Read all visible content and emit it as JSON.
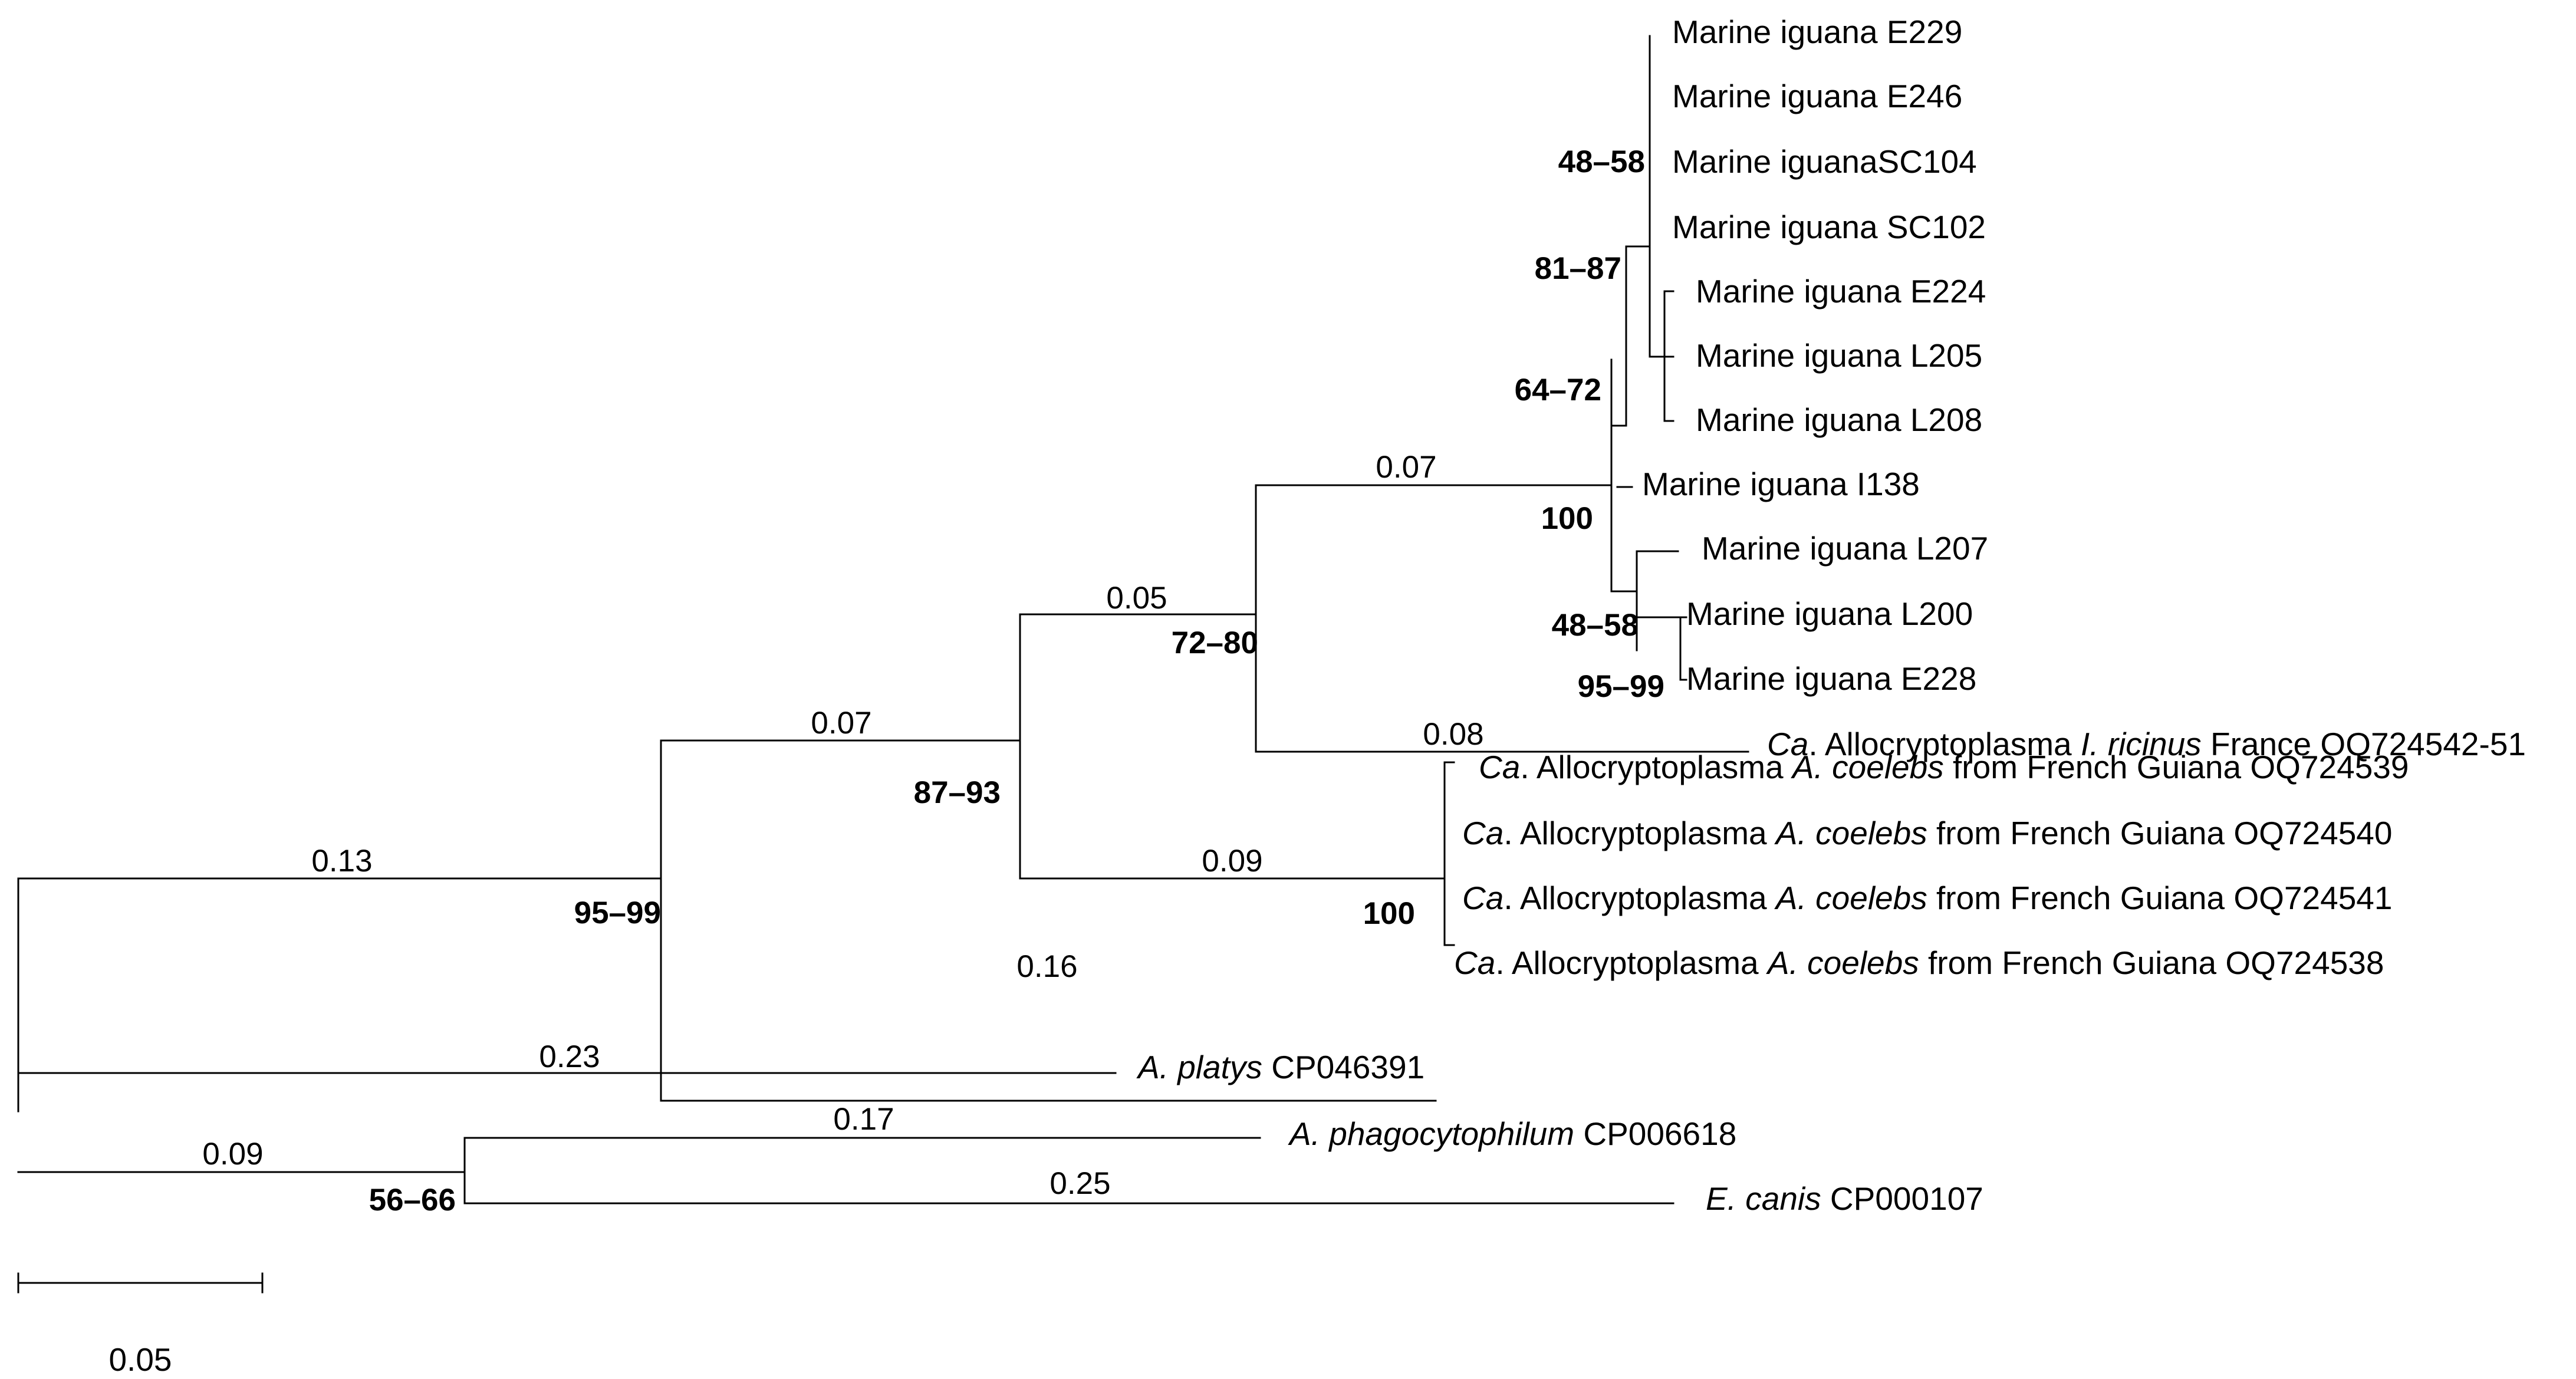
{
  "tree": {
    "tip_labels": [
      {
        "id": "e229",
        "parts": [
          {
            "t": "Marine iguana E229"
          }
        ]
      },
      {
        "id": "e246",
        "parts": [
          {
            "t": "Marine iguana E246"
          }
        ]
      },
      {
        "id": "sc104",
        "parts": [
          {
            "t": "Marine iguanaSC104"
          }
        ]
      },
      {
        "id": "sc102",
        "parts": [
          {
            "t": "Marine iguana SC102"
          }
        ]
      },
      {
        "id": "e224",
        "parts": [
          {
            "t": "Marine iguana E224"
          }
        ]
      },
      {
        "id": "l205",
        "parts": [
          {
            "t": "Marine iguana L205"
          }
        ]
      },
      {
        "id": "l208",
        "parts": [
          {
            "t": "Marine iguana L208"
          }
        ]
      },
      {
        "id": "i138",
        "parts": [
          {
            "t": "Marine iguana I138"
          }
        ]
      },
      {
        "id": "l207",
        "parts": [
          {
            "t": "Marine iguana L207"
          }
        ]
      },
      {
        "id": "l200",
        "parts": [
          {
            "t": "Marine iguana L200"
          }
        ]
      },
      {
        "id": "e228",
        "parts": [
          {
            "t": "Marine iguana E228"
          }
        ]
      },
      {
        "id": "ricinus",
        "parts": [
          {
            "t": "Ca",
            "i": true
          },
          {
            "t": ". Allocryptoplasma "
          },
          {
            "t": "I. ricinus",
            "i": true
          },
          {
            "t": " France OQ724542-51"
          }
        ]
      },
      {
        "id": "oq724539",
        "parts": [
          {
            "t": "Ca",
            "i": true
          },
          {
            "t": ". Allocryptoplasma "
          },
          {
            "t": "A. coelebs",
            "i": true
          },
          {
            "t": " from French Guiana OQ724539"
          }
        ]
      },
      {
        "id": "oq724540",
        "parts": [
          {
            "t": "Ca",
            "i": true
          },
          {
            "t": ". Allocryptoplasma "
          },
          {
            "t": "A. coelebs",
            "i": true
          },
          {
            "t": " from French Guiana OQ724540"
          }
        ]
      },
      {
        "id": "oq724541",
        "parts": [
          {
            "t": "Ca",
            "i": true
          },
          {
            "t": ". Allocryptoplasma "
          },
          {
            "t": "A. coelebs",
            "i": true
          },
          {
            "t": " from French Guiana OQ724541"
          }
        ]
      },
      {
        "id": "oq724538",
        "parts": [
          {
            "t": "Ca",
            "i": true
          },
          {
            "t": ". Allocryptoplasma "
          },
          {
            "t": "A. coelebs",
            "i": true
          },
          {
            "t": " from French Guiana OQ724538"
          }
        ]
      },
      {
        "id": "platys",
        "parts": [
          {
            "t": "A. platys",
            "i": true
          },
          {
            "t": " CP046391"
          }
        ]
      },
      {
        "id": "phago",
        "parts": [
          {
            "t": "A. phagocytophilum",
            "i": true
          },
          {
            "t": " CP006618"
          }
        ]
      },
      {
        "id": "canis",
        "parts": [
          {
            "t": "E. canis",
            "i": true
          },
          {
            "t": " CP000107"
          }
        ]
      }
    ],
    "branch_lengths": [
      {
        "id": "root-ca",
        "text": "0.13"
      },
      {
        "id": "ca-upper",
        "text": "0.07"
      },
      {
        "id": "ca-inner",
        "text": "0.05"
      },
      {
        "id": "iguana-clade",
        "text": "0.07"
      },
      {
        "id": "ricinus",
        "text": "0.08"
      },
      {
        "id": "coelebs-clade",
        "text": "0.09"
      },
      {
        "id": "oq724538",
        "text": "0.16"
      },
      {
        "id": "platys",
        "text": "0.23"
      },
      {
        "id": "outgroup",
        "text": "0.09"
      },
      {
        "id": "phago",
        "text": "0.17"
      },
      {
        "id": "canis",
        "text": "0.25"
      }
    ],
    "bootstrap": [
      {
        "id": "sc-group",
        "text": "48–58"
      },
      {
        "id": "e224-group",
        "text": "81–87"
      },
      {
        "id": "upper-iguana",
        "text": "64–72"
      },
      {
        "id": "iguana-clade",
        "text": "100"
      },
      {
        "id": "l207-group",
        "text": "48–58"
      },
      {
        "id": "l200-e228",
        "text": "95–99"
      },
      {
        "id": "ca-inner",
        "text": "72–80"
      },
      {
        "id": "ca-upper",
        "text": "87–93"
      },
      {
        "id": "coelebs-clade",
        "text": "100"
      },
      {
        "id": "root-ca",
        "text": "95–99"
      },
      {
        "id": "outgroup",
        "text": "56–66"
      }
    ],
    "scale_bar": {
      "label": "0.05"
    }
  }
}
